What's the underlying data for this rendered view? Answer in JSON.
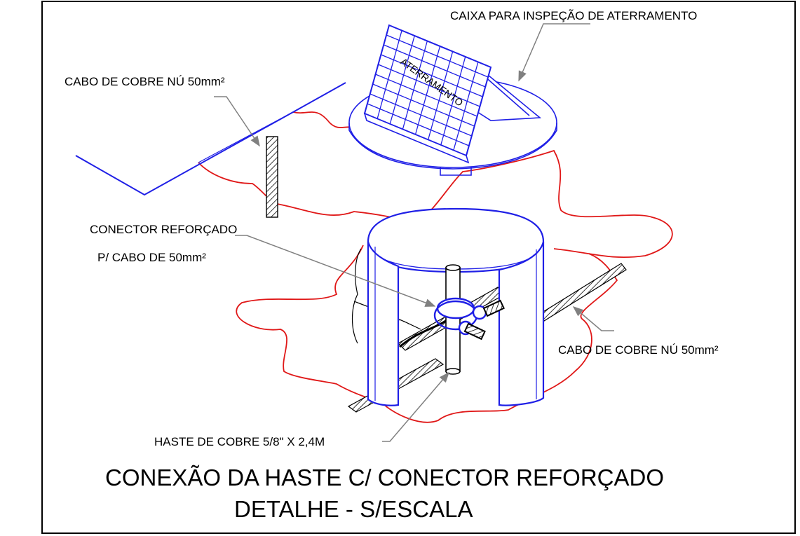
{
  "labels": {
    "inspection_box": "CAIXA PARA INSPEÇÃO DE ATERRAMENTO",
    "cable_top": "CABO DE COBRE NÚ 50mm²",
    "connector_line1": "CONECTOR REFORÇADO",
    "connector_line2": "P/ CABO DE 50mm²",
    "cable_right": "CABO DE COBRE NÚ 50mm²",
    "rod": "HASTE DE COBRE 5/8\" X 2,4M",
    "grate_text": "ATERRAMENTO"
  },
  "title": {
    "line1": "CONEXÃO DA HASTE C/ CONECTOR REFORÇADO",
    "line2": "DETALHE - S/ESCALA"
  },
  "colors": {
    "outline": "#000000",
    "blue": "#1f1fe6",
    "red": "#e01818",
    "leader": "#808080"
  }
}
